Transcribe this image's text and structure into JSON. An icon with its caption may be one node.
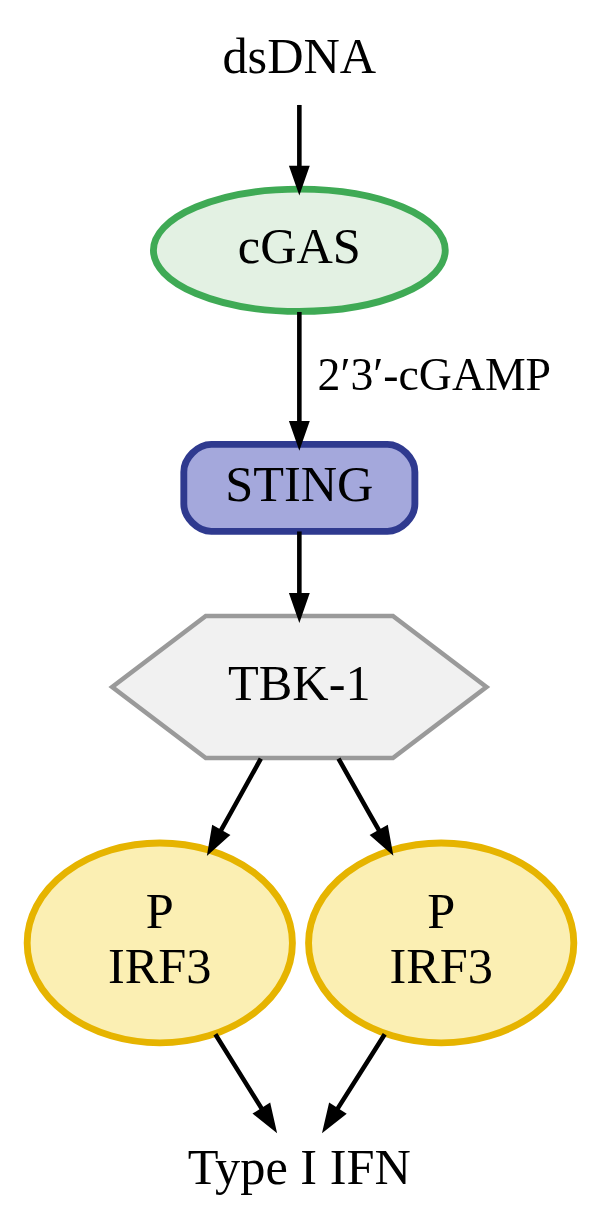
{
  "diagram": {
    "nodes": [
      {
        "text": [
          "dsDNA"
        ]
      },
      {
        "text": [
          "cGAS"
        ]
      },
      {
        "text": [
          "STING"
        ]
      },
      {
        "text": [
          "TBK-1"
        ]
      },
      {
        "text": [
          "P",
          "IRF3"
        ]
      },
      {
        "text": [
          "P",
          "IRF3"
        ]
      },
      {
        "text": [
          "Type I IFN"
        ]
      }
    ],
    "edges": [
      {
        "from": 0,
        "to": 1,
        "arrow": "to"
      },
      {
        "from": 1,
        "to": 2,
        "arrow": "to",
        "label": "2′3′-cGAMP"
      },
      {
        "from": 2,
        "to": 3,
        "arrow": "to"
      },
      {
        "from": 3,
        "to": 4,
        "arrow": "to"
      },
      {
        "from": 3,
        "to": 5,
        "arrow": "to"
      },
      {
        "from": 4,
        "to": 6,
        "arrow": "to"
      },
      {
        "from": 5,
        "to": 6,
        "arrow": "to"
      }
    ]
  }
}
